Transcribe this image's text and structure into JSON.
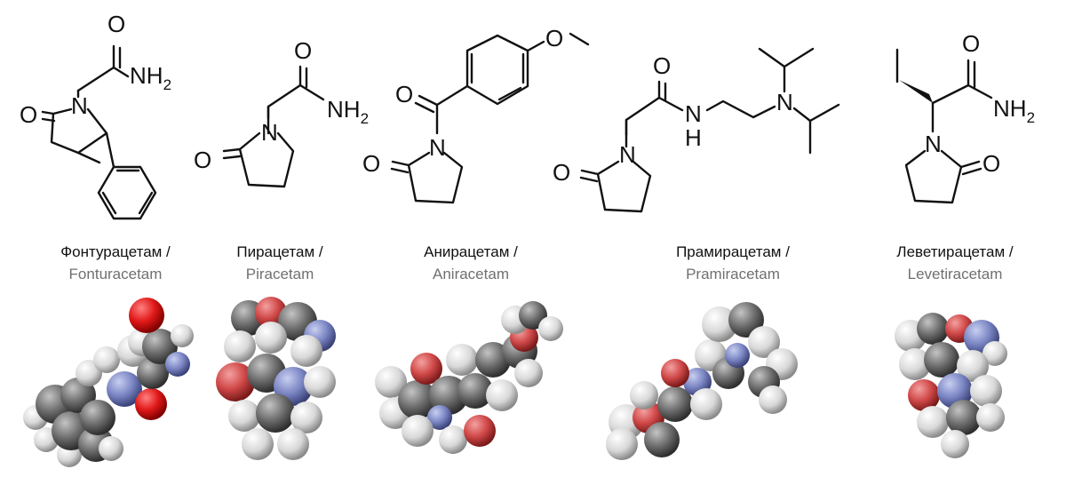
{
  "atom_labels": {
    "oxygen": "O",
    "nitrogen": "N",
    "hydrogen": "H",
    "amine_nh": "NH",
    "subscript_2": "2"
  },
  "molecules": [
    {
      "id": "fonturacetam",
      "name_ru": "Фонтурацетам /",
      "name_en": "Fonturacetam"
    },
    {
      "id": "piracetam",
      "name_ru": "Пирацетам /",
      "name_en": "Piracetam"
    },
    {
      "id": "aniracetam",
      "name_ru": "Анирацетам /",
      "name_en": "Aniracetam"
    },
    {
      "id": "pramiracetam",
      "name_ru": "Прамирацетам /",
      "name_en": "Pramiracetam"
    },
    {
      "id": "levetiracetam",
      "name_ru": "Леветирацетам /",
      "name_en": "Levetiracetam"
    }
  ],
  "colors": {
    "carbon": "#6e6e6e",
    "hydrogen": "#d8d8d8",
    "oxygen": "#d04848",
    "nitrogen": "#7b86c4",
    "oxygen_bright": "#e01818",
    "line": "#111111",
    "latin_caption": "#707070"
  }
}
